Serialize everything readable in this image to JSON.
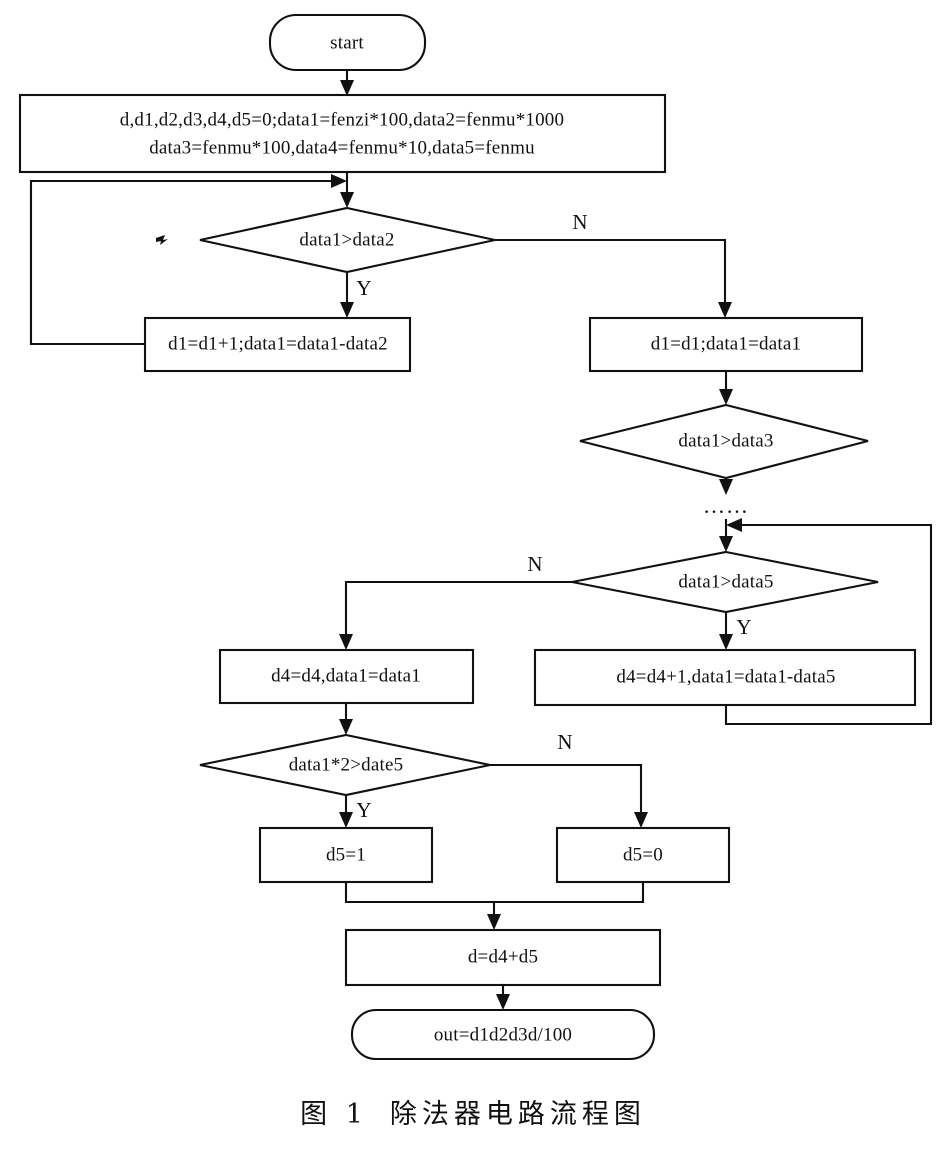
{
  "figure": {
    "caption_label": "图 1",
    "caption_title": "除法器电路流程图",
    "ellipsis": "……"
  },
  "flowchart": {
    "type": "flowchart",
    "title": "除法器电路流程图",
    "nodes": [
      {
        "id": "start",
        "shape": "terminator",
        "text": "start"
      },
      {
        "id": "init",
        "shape": "process",
        "line1": "d,d1,d2,d3,d4,d5=0;data1=fenzi*100,data2=fenmu*1000",
        "line2": "data3=fenmu*100,data4=fenmu*10,data5=fenmu"
      },
      {
        "id": "cond1",
        "shape": "decision",
        "text": "data1>data2"
      },
      {
        "id": "sub1",
        "shape": "process",
        "text": "d1=d1+1;data1=data1-data2"
      },
      {
        "id": "keep1",
        "shape": "process",
        "text": "d1=d1;data1=data1"
      },
      {
        "id": "cond2",
        "shape": "decision",
        "text": "data1>data3"
      },
      {
        "id": "cond5",
        "shape": "decision",
        "text": "data1>data5"
      },
      {
        "id": "keep4",
        "shape": "process",
        "text": "d4=d4,data1=data1"
      },
      {
        "id": "sub5",
        "shape": "process",
        "text": "d4=d4+1,data1=data1-data5"
      },
      {
        "id": "cond_round",
        "shape": "decision",
        "text": "data1*2>date5"
      },
      {
        "id": "d5one",
        "shape": "process",
        "text": "d5=1"
      },
      {
        "id": "d5zero",
        "shape": "process",
        "text": "d5=0"
      },
      {
        "id": "sum",
        "shape": "process",
        "text": "d=d4+d5"
      },
      {
        "id": "out",
        "shape": "terminator",
        "text": "out=d1d2d3d/100"
      }
    ],
    "branch_labels": {
      "cond1_yes": "Y",
      "cond1_no": "N",
      "cond5_yes": "Y",
      "cond5_no": "N",
      "cond_round_yes": "Y",
      "cond_round_no": "N"
    },
    "edges": [
      {
        "from": "start",
        "to": "init",
        "label": ""
      },
      {
        "from": "init",
        "to": "cond1",
        "label": ""
      },
      {
        "from": "cond1",
        "to": "sub1",
        "label": "Y"
      },
      {
        "from": "cond1",
        "to": "keep1",
        "label": "N"
      },
      {
        "from": "sub1",
        "to": "cond1",
        "label": ""
      },
      {
        "from": "keep1",
        "to": "cond2",
        "label": ""
      },
      {
        "from": "cond2",
        "to": "cond5",
        "label": ""
      },
      {
        "from": "cond5",
        "to": "sub5",
        "label": "Y"
      },
      {
        "from": "cond5",
        "to": "keep4",
        "label": "N"
      },
      {
        "from": "sub5",
        "to": "cond5",
        "label": ""
      },
      {
        "from": "keep4",
        "to": "cond_round",
        "label": ""
      },
      {
        "from": "cond_round",
        "to": "d5one",
        "label": "Y"
      },
      {
        "from": "cond_round",
        "to": "d5zero",
        "label": "N"
      },
      {
        "from": "d5one",
        "to": "sum",
        "label": ""
      },
      {
        "from": "d5zero",
        "to": "sum",
        "label": ""
      },
      {
        "from": "sum",
        "to": "out",
        "label": ""
      }
    ]
  },
  "colors": {
    "ink": "#111111",
    "paper": "#ffffff"
  }
}
